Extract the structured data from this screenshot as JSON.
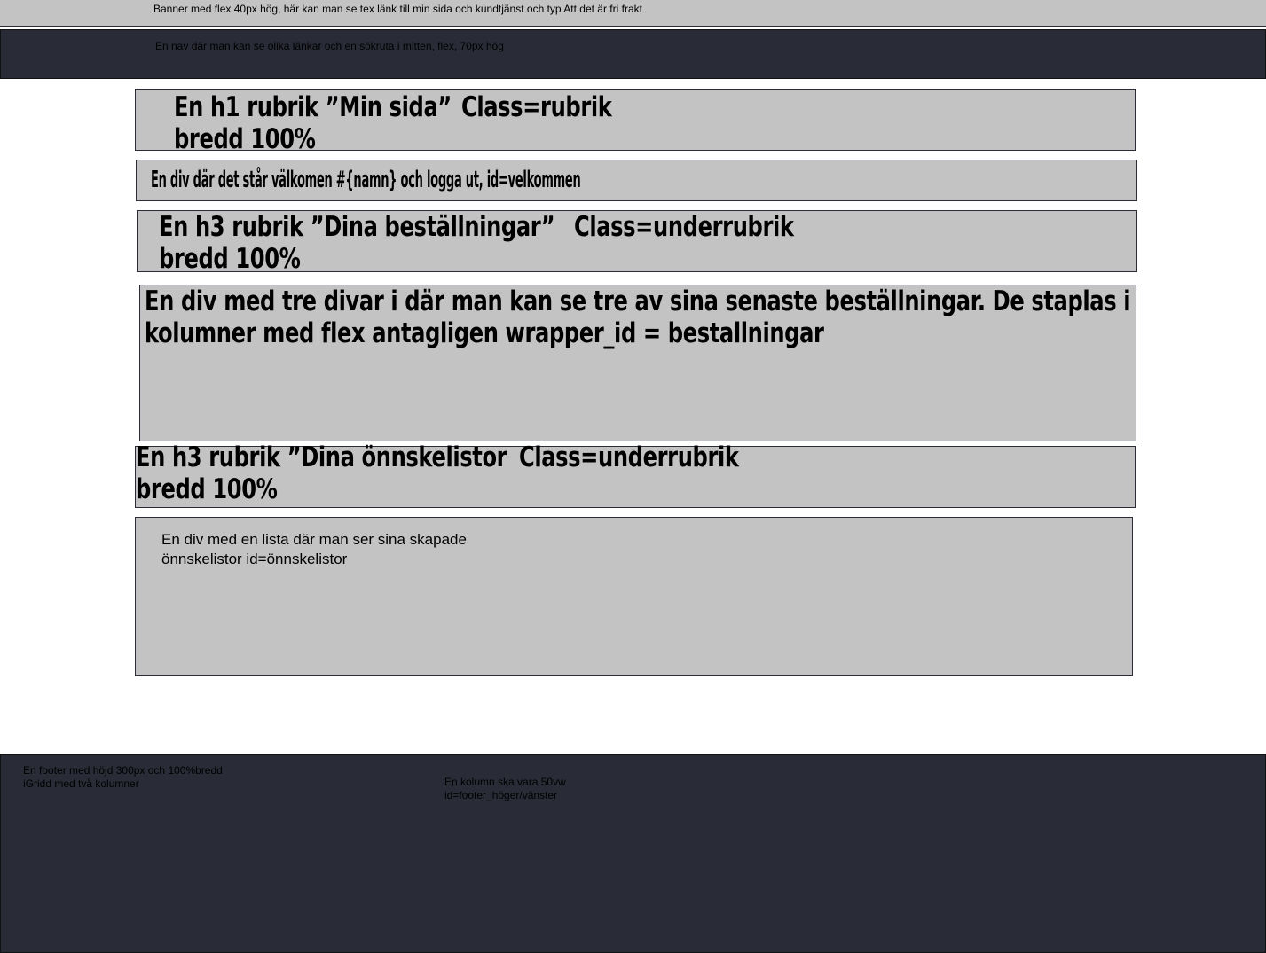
{
  "banner": {
    "text": "Banner med flex 40px hög, här kan man se tex länk till min sida och kundtjänst och typ Att det är fri frakt"
  },
  "nav": {
    "text": "En nav där man kan se olika länkar och en sökruta i mitten, flex, 70px hög"
  },
  "h1_box": {
    "line1": "En h1 rubrik ”Min sida”",
    "class_label": "Class=rubrik",
    "line2": "bredd 100%"
  },
  "welcome_box": {
    "text": "En div där det står välkomen #{namn} och logga ut,  id=velkommen"
  },
  "orders_heading_box": {
    "line1": "En h3 rubrik ”Dina beställningar”",
    "class_label": "Class=underrubrik",
    "line2": "bredd 100%"
  },
  "orders_box": {
    "line1": "En div med tre divar i där man kan se tre av sina senaste beställningar. De staplas i",
    "line2": "kolumner med flex antagligen  wrapper_id = bestallningar"
  },
  "wishlist_heading_box": {
    "line1": "En h3 rubrik ”Dina önnskelistor",
    "class_label": "Class=underrubrik",
    "line2": "bredd 100%"
  },
  "wishlist_box": {
    "line1": "En div med en lista där man ser sina skapade",
    "line2": "önnskelistor id=önnskelistor"
  },
  "footer": {
    "left_line1": "En footer med höjd 300px och 100%bredd",
    "left_line2": "iGridd med två kolumner",
    "right_line1": "En kolumn ska vara 50vw",
    "right_line2": "id=footer_höger/vänster"
  },
  "colors": {
    "light_box": "#c3c3c3",
    "dark_bar": "#292c36",
    "border": "#2a2d36"
  }
}
